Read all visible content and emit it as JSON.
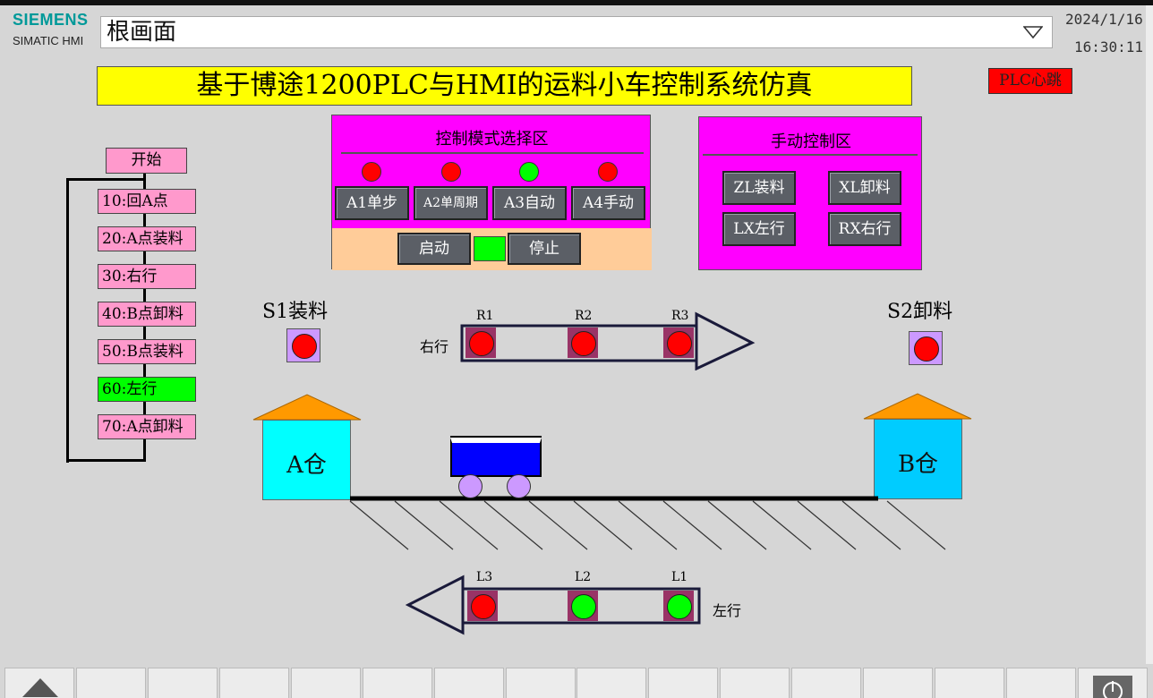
{
  "header": {
    "brand": "SIEMENS",
    "product": "SIMATIC HMI",
    "screen_name": "根画面",
    "date": "2024/1/16",
    "time": "16:30:11"
  },
  "title": "基于博途1200PLC与HMI的运料小车控制系统仿真",
  "heartbeat_label": "PLC心跳",
  "steps": {
    "start": "开始",
    "items": [
      {
        "label": "10:回A点",
        "active": false
      },
      {
        "label": "20:A点装料",
        "active": false
      },
      {
        "label": "30:右行",
        "active": false
      },
      {
        "label": "40:B点卸料",
        "active": false
      },
      {
        "label": "50:B点装料",
        "active": false
      },
      {
        "label": "60:左行",
        "active": true
      },
      {
        "label": "70:A点卸料",
        "active": false
      }
    ]
  },
  "mode_panel": {
    "title": "控制模式选择区",
    "modes": [
      {
        "label": "A1单步",
        "lamp": "red"
      },
      {
        "label": "A2单周期",
        "lamp": "red"
      },
      {
        "label": "A3自动",
        "lamp": "green"
      },
      {
        "label": "A4手动",
        "lamp": "red"
      }
    ],
    "start_label": "启动",
    "stop_label": "停止",
    "run_lamp": "green"
  },
  "manual_panel": {
    "title": "手动控制区",
    "buttons": [
      "ZL装料",
      "XL卸料",
      "LX左行",
      "RX右行"
    ]
  },
  "scene": {
    "s1_label": "S1装料",
    "s2_label": "S2卸料",
    "s1_lamp": "red",
    "s2_lamp": "red",
    "warehouse_a": "A仓",
    "warehouse_b": "B仓",
    "right_label": "右行",
    "left_label": "左行",
    "right_indicators": [
      {
        "name": "R1",
        "lamp": "red"
      },
      {
        "name": "R2",
        "lamp": "red"
      },
      {
        "name": "R3",
        "lamp": "red"
      }
    ],
    "left_indicators": [
      {
        "name": "L3",
        "lamp": "red"
      },
      {
        "name": "L2",
        "lamp": "green"
      },
      {
        "name": "L1",
        "lamp": "green"
      }
    ]
  },
  "colors": {
    "red": "#ff0000",
    "green": "#00ff00",
    "step_active": "#00ff00",
    "step_idle": "#ff99cc"
  },
  "footer": {
    "home_icon": "home-icon",
    "power_icon": "power-icon"
  }
}
